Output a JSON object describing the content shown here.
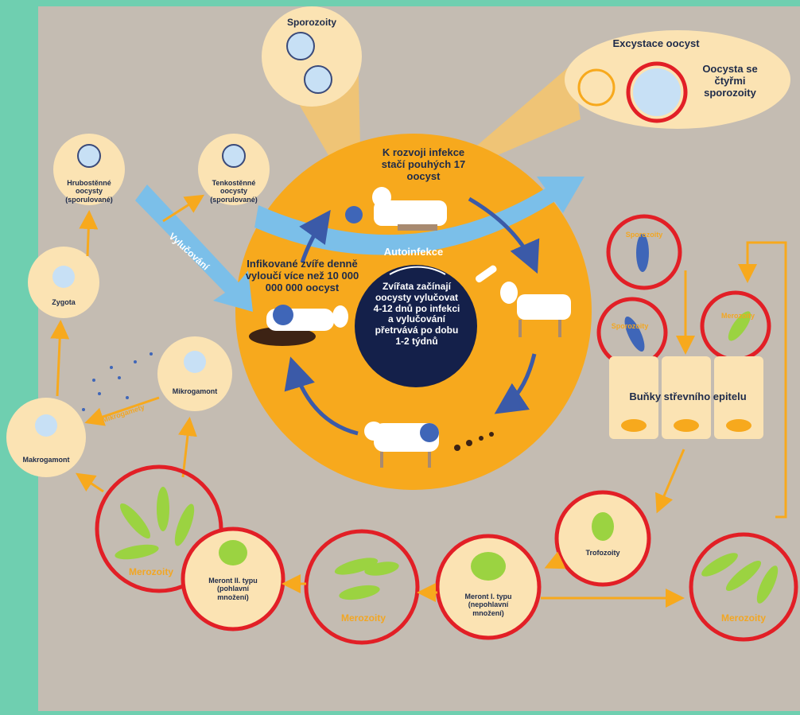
{
  "colors": {
    "frame": "#6fcfb0",
    "background": "#c4bcb2",
    "orange": "#f7a91d",
    "pale": "#fbe3b3",
    "navy": "#14204a",
    "blue": "#4c88d6",
    "green": "#9bd341",
    "red": "#e21f26",
    "arrow_light_blue": "#7bbfe9"
  },
  "top": {
    "sporozoites_label": "Sporozoity",
    "excystation_title": "Excystace oocyst",
    "oocyst_label": "Oocysta se čtyřmi sporozoity"
  },
  "center": {
    "infection_note": "K rozvoji infekce stačí pouhých 17 oocyst",
    "autoinfection": "Autoinfekce",
    "shedding_note": "Infikované zvíře denně vyloučí více než 10 000 000 000 oocyst",
    "navy_note": "Zvířata začínají oocysty vylučovat 4-12 dnů po infekci a vylučování přetrvává po dobu 1-2 týdnů"
  },
  "left": {
    "thick_walled": "Hrubostěnné oocysty (sporulované)",
    "thin_walled": "Tenkostěnné oocysty (sporulované)",
    "shedding_arrow": "Vylučování",
    "zygote": "Zygota",
    "microgamont": "Mikrogamont",
    "microgametes": "Mikrogamety",
    "macrogamont": "Makrogamont"
  },
  "right": {
    "sporozoites_top": "Sporozoity",
    "sporozoites_mid": "Sporozoity",
    "merozoites_mid": "Merozoity",
    "epithelium": "Buňky střevního epitelu"
  },
  "bottom": {
    "merozoites_left": "Merozoity",
    "meront_2": "Meront II. typu (pohlavní množení)",
    "merozoites_center": "Merozoity",
    "meront_1": "Meront I. typu (nepohlavní množení)",
    "trophozoite": "Trofozoity",
    "merozoites_right": "Merozoity"
  }
}
